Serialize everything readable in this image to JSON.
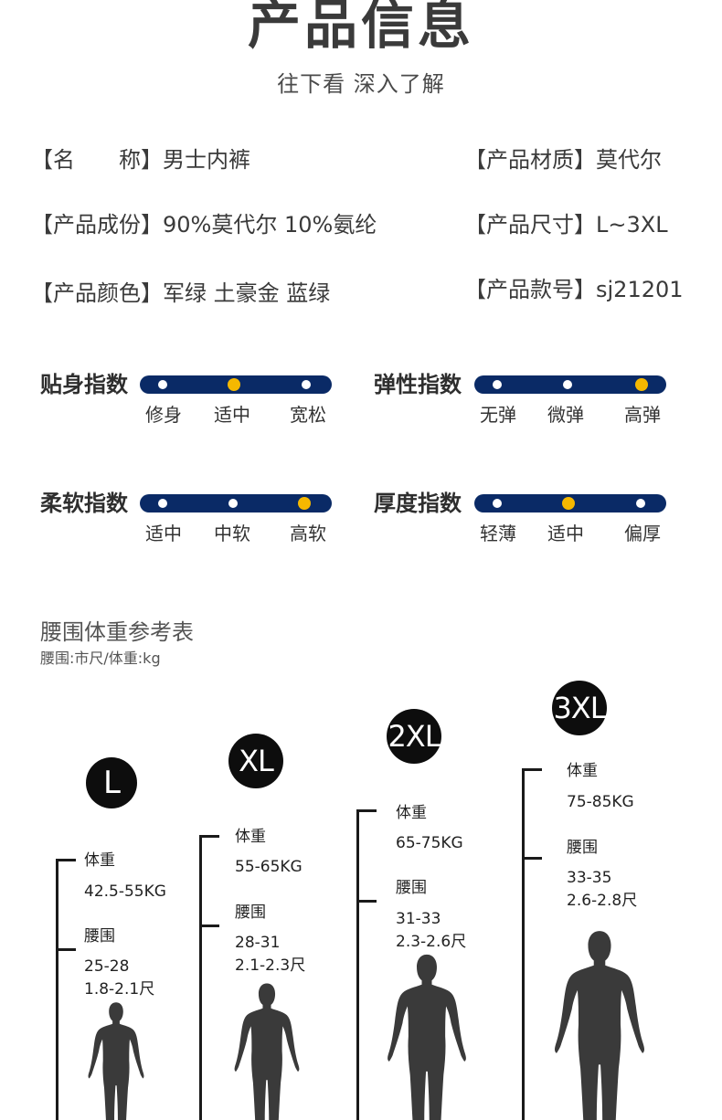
{
  "header": {
    "title": "产品信息",
    "subtitle": "往下看 深入了解"
  },
  "info": {
    "name": "【名　　称】男士内裤",
    "material": "【产品材质】莫代尔",
    "composition": "【产品成份】90%莫代尔 10%氨纶",
    "size": "【产品尺寸】L~3XL",
    "colors": "【产品颜色】军绿  土豪金  蓝绿",
    "model": "【产品款号】sj21201"
  },
  "colors": {
    "bar": "#0a2a66",
    "active_dot": "#f5b800",
    "dot": "#ffffff",
    "figure": "#3a3a3a"
  },
  "indices": [
    {
      "label": "贴身指数",
      "options": [
        "修身",
        "适中",
        "宽松"
      ],
      "selected": 1
    },
    {
      "label": "弹性指数",
      "options": [
        "无弹",
        "微弹",
        "高弹"
      ],
      "selected": 2
    },
    {
      "label": "柔软指数",
      "options": [
        "适中",
        "中软",
        "高软"
      ],
      "selected": 2
    },
    {
      "label": "厚度指数",
      "options": [
        "轻薄",
        "适中",
        "偏厚"
      ],
      "selected": 1
    }
  ],
  "size_chart": {
    "title": "腰围体重参考表",
    "unit_note": "腰围:市尺/体重:kg",
    "sizes": [
      {
        "size": "L",
        "weight_label": "体重",
        "weight": "42.5-55KG",
        "waist_label": "腰围",
        "waist_cm": "25-28",
        "waist_chi": "1.8-2.1尺"
      },
      {
        "size": "XL",
        "weight_label": "体重",
        "weight": "55-65KG",
        "waist_label": "腰围",
        "waist_cm": "28-31",
        "waist_chi": "2.1-2.3尺"
      },
      {
        "size": "2XL",
        "weight_label": "体重",
        "weight": "65-75KG",
        "waist_label": "腰围",
        "waist_cm": "31-33",
        "waist_chi": "2.3-2.6尺"
      },
      {
        "size": "3XL",
        "weight_label": "体重",
        "weight": "75-85KG",
        "waist_label": "腰围",
        "waist_cm": "33-35",
        "waist_chi": "2.6-2.8尺"
      }
    ]
  }
}
